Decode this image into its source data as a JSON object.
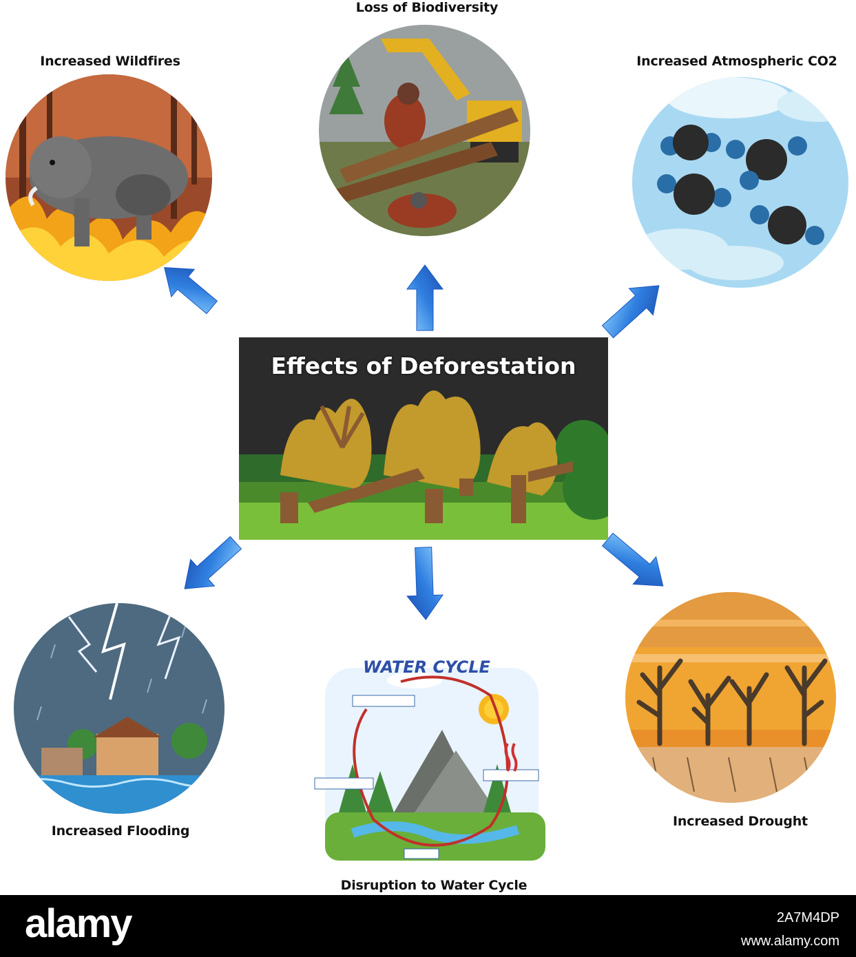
{
  "center": {
    "title": "Effects of Deforestation"
  },
  "effects": [
    {
      "key": "wildfires",
      "label": "Increased Wildfires"
    },
    {
      "key": "biodiversity",
      "label": "Loss of Biodiversity"
    },
    {
      "key": "co2",
      "label": "Increased Atmospheric CO2"
    },
    {
      "key": "flooding",
      "label": "Increased Flooding"
    },
    {
      "key": "water_cycle",
      "label": "Disruption to Water Cycle"
    },
    {
      "key": "drought",
      "label": "Increased Drought"
    }
  ],
  "water_cycle_title": "WATER CYCLE",
  "watermark": "alamy",
  "footer": {
    "logo": "alamy",
    "image_id": "2A7M4DP",
    "url": "www.alamy.com"
  },
  "colors": {
    "arrow": "#2f7fe0",
    "center_bg": "#2b2b2b",
    "footer_bg": "#000000"
  }
}
